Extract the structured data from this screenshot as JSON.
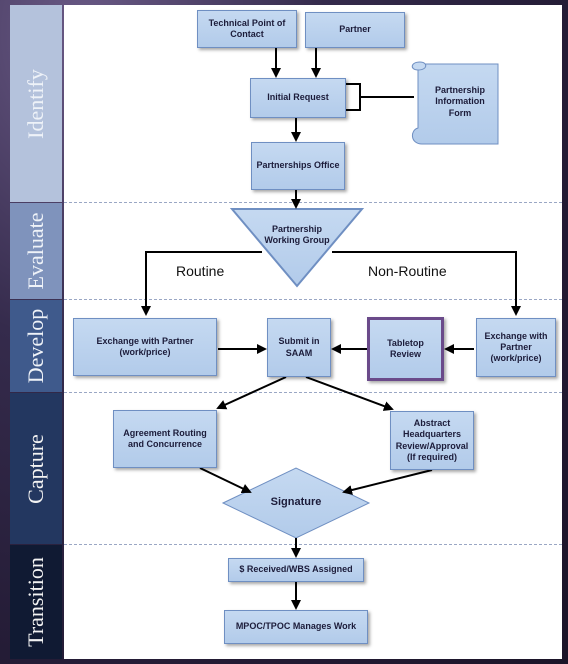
{
  "phases": {
    "identify": "Identify",
    "evaluate": "Evaluate",
    "develop": "Develop",
    "capture": "Capture",
    "transition": "Transition"
  },
  "nodes": {
    "tpoc": "Technical Point of Contact",
    "partner": "Partner",
    "initial_request": "Initial Request",
    "info_form": "Partnership Information Form",
    "partnerships_office": "Partnerships Office",
    "working_group": "Partnership Working Group",
    "exchange_left": "Exchange with Partner (work/price)",
    "submit_saam": "Submit in SAAM",
    "tabletop": "Tabletop Review",
    "exchange_right": "Exchange with Partner (work/price)",
    "agreement_routing": "Agreement Routing and Concurrence",
    "abstract_review": "Abstract Headquarters Review/Approval (If required)",
    "signature": "Signature",
    "received_wbs": "$ Received/WBS Assigned",
    "mpoc_manages": "MPOC/TPOC Manages Work"
  },
  "branches": {
    "routine": "Routine",
    "non_routine": "Non-Routine"
  },
  "colors": {
    "box_fill": "#c5d9f1",
    "box_border": "#6f8fc2",
    "phase_light": "#b4c2dc",
    "phase_dark": "#1a2a4a",
    "tabletop_border": "#6a4a8a"
  }
}
